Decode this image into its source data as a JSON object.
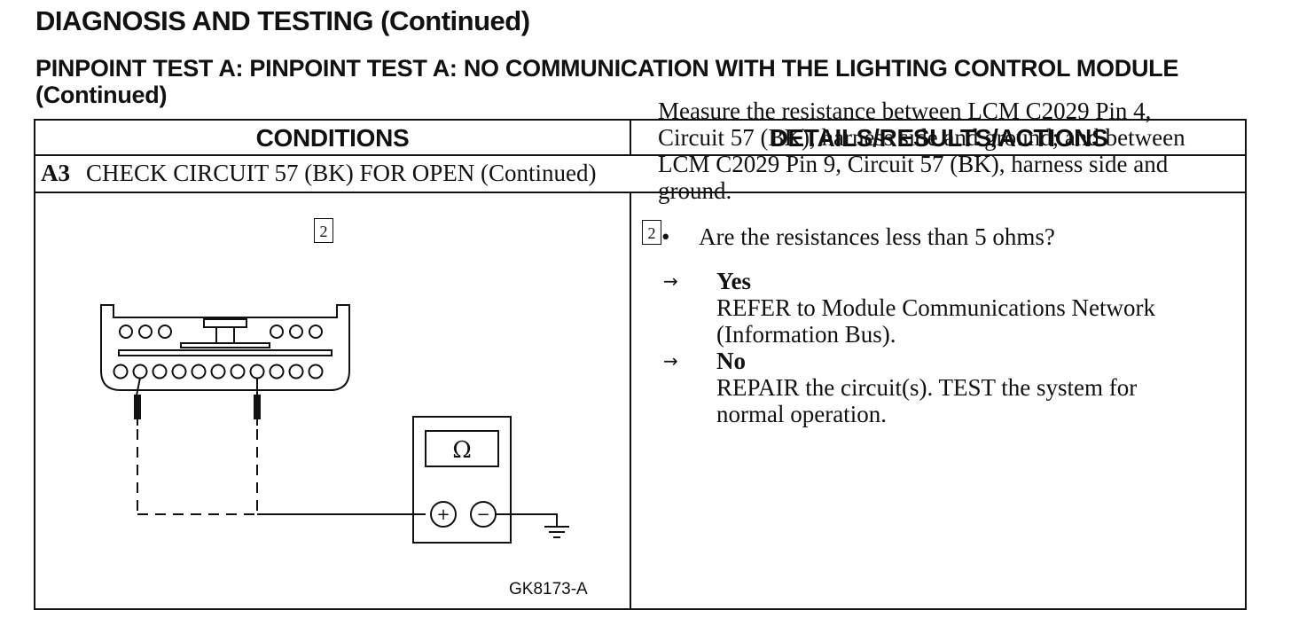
{
  "header": {
    "title": "DIAGNOSIS AND TESTING (Continued)",
    "test_title": "PINPOINT TEST A:  PINPOINT TEST A: NO COMMUNICATION WITH THE LIGHTING CONTROL MODULE (Continued)"
  },
  "table": {
    "col_conditions": "CONDITIONS",
    "col_details": "DETAILS/RESULTS/ACTIONS",
    "step": {
      "id": "A3",
      "title": "CHECK CIRCUIT 57 (BK) FOR OPEN (Continued)"
    }
  },
  "diagram": {
    "callout": "2",
    "meter_symbol": "Ω",
    "plus": "+",
    "minus": "−",
    "figure_code": "GK8173-A"
  },
  "details": {
    "callout": "2",
    "instruction": "Measure the resistance between LCM C2029 Pin 4, Circuit 57 (BK), harness side and ground; and between LCM C2029 Pin 9, Circuit 57 (BK), harness side and ground.",
    "bullet": "•",
    "question": "Are the resistances less than 5 ohms?",
    "arrow": "→",
    "yes_label": "Yes",
    "yes_action": "REFER to Module Communications Network (Information Bus).",
    "no_label": "No",
    "no_action": "REPAIR the circuit(s). TEST the system for normal operation."
  }
}
